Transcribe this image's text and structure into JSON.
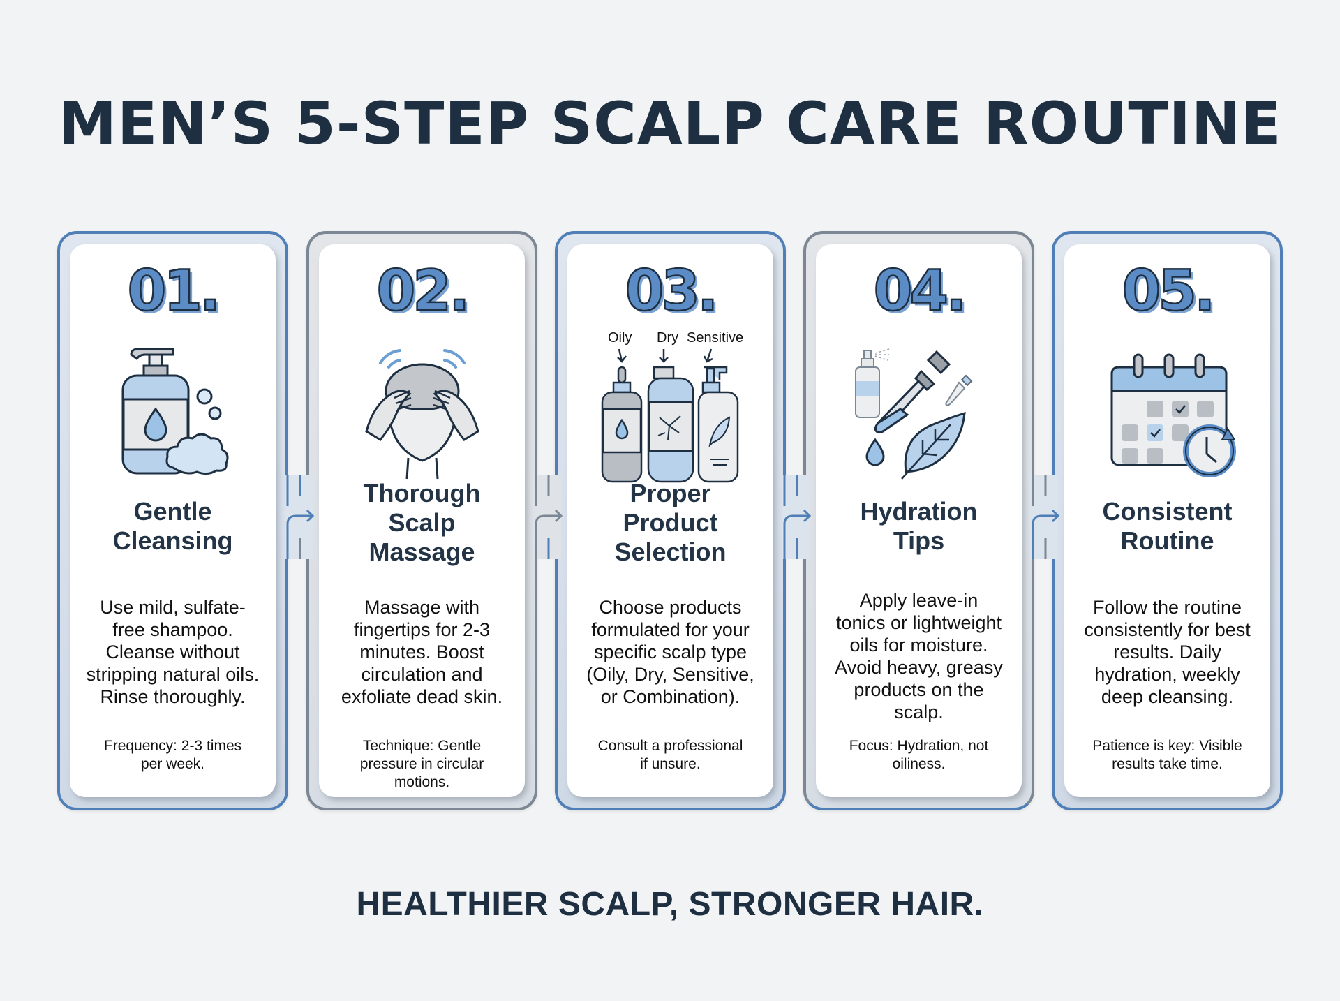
{
  "title": "MEN’S 5-STEP SCALP CARE ROUTINE",
  "tagline": "HEALTHIER SCALP, STRONGER HAIR.",
  "colors": {
    "accent_blue": "#4f7fb6",
    "accent_gray": "#7b8794",
    "text_dark": "#1e2f42",
    "background": "#f2f3f4"
  },
  "steps": [
    {
      "number": "01.",
      "icon": "pump-bottle-foam-icon",
      "heading": [
        "Gentle",
        "Cleansing"
      ],
      "body": [
        "Use mild, sulfate-",
        "free shampoo.",
        "Cleanse without",
        "stripping natural oils.",
        "Rinse thoroughly."
      ],
      "note": [
        "Frequency: 2-3 times",
        "per week."
      ]
    },
    {
      "number": "02.",
      "icon": "head-massage-icon",
      "heading": [
        "Thorough",
        "Scalp",
        "Massage"
      ],
      "body": [
        "Massage with",
        "fingertips for 2-3",
        "minutes. Boost",
        "circulation and",
        "exfoliate dead skin."
      ],
      "note": [
        "Technique: Gentle",
        "pressure in circular",
        "motions."
      ]
    },
    {
      "number": "03.",
      "icon": "three-bottles-icon",
      "icon_labels": [
        "Oily",
        "Dry",
        "Sensitive"
      ],
      "heading": [
        "Proper",
        "Product",
        "Selection"
      ],
      "body": [
        "Choose products",
        "formulated for your",
        "specific scalp type",
        "(Oily, Dry, Sensitive,",
        "or Combination)."
      ],
      "note": [
        "Consult a professional",
        "if unsure."
      ]
    },
    {
      "number": "04.",
      "icon": "dropper-leaf-spray-icon",
      "heading": [
        "Hydration",
        "Tips"
      ],
      "body": [
        "Apply leave-in",
        "tonics or lightweight",
        "oils for moisture.",
        "Avoid heavy, greasy",
        "products on the",
        "scalp."
      ],
      "note": [
        "Focus: Hydration, not",
        "oiliness."
      ]
    },
    {
      "number": "05.",
      "icon": "calendar-clock-icon",
      "heading": [
        "Consistent",
        "Routine"
      ],
      "body": [
        "Follow the routine",
        "consistently for best",
        "results. Daily",
        "hydration, weekly",
        "deep cleansing."
      ],
      "note": [
        "Patience is key: Visible",
        "results take time."
      ]
    }
  ]
}
